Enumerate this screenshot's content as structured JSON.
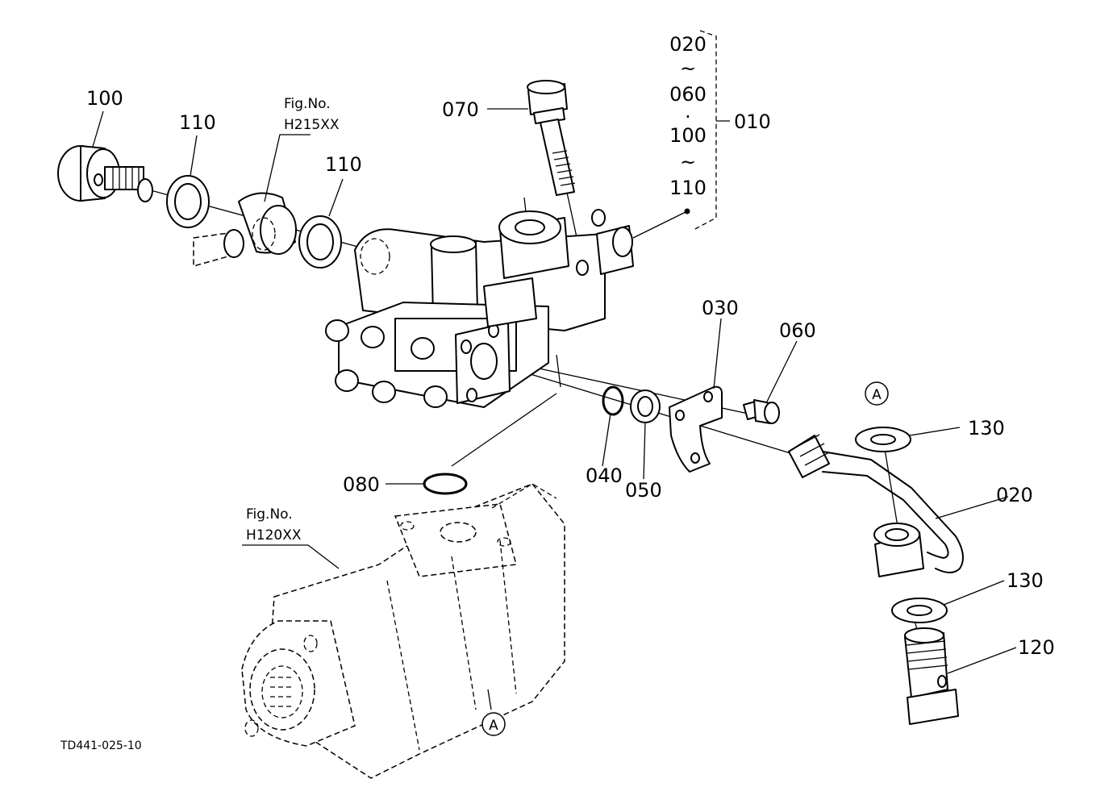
{
  "diagram": {
    "drawing_code": "TD441-025-10",
    "group_range": {
      "lines": [
        "020",
        "~",
        "060",
        "·",
        "100",
        "~",
        "110"
      ],
      "assembly": "010"
    },
    "references": [
      {
        "id": "ref-h215",
        "line1": "Fig.No.",
        "line2": "H215XX"
      },
      {
        "id": "ref-h120",
        "line1": "Fig.No.",
        "line2": "H120XX"
      }
    ],
    "parts": [
      {
        "id": "p100",
        "number": "100"
      },
      {
        "id": "p110a",
        "number": "110"
      },
      {
        "id": "p110b",
        "number": "110"
      },
      {
        "id": "p070",
        "number": "070"
      },
      {
        "id": "p030",
        "number": "030"
      },
      {
        "id": "p060",
        "number": "060"
      },
      {
        "id": "p040",
        "number": "040"
      },
      {
        "id": "p050",
        "number": "050"
      },
      {
        "id": "p080",
        "number": "080"
      },
      {
        "id": "p130a",
        "number": "130"
      },
      {
        "id": "p020",
        "number": "020"
      },
      {
        "id": "p130b",
        "number": "130"
      },
      {
        "id": "p120",
        "number": "120"
      }
    ],
    "connector_marks": [
      {
        "id": "a-top",
        "letter": "A"
      },
      {
        "id": "a-bottom",
        "letter": "A"
      }
    ]
  }
}
